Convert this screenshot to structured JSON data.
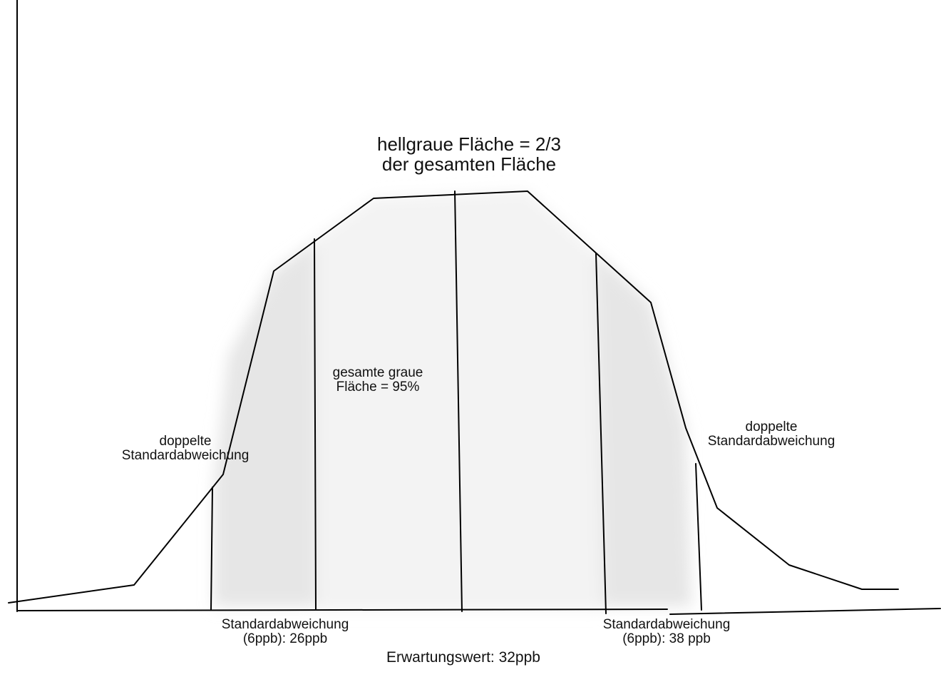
{
  "title": {
    "line1": "hellgraue Fläche = 2/3",
    "line2": "der gesamten Fläche"
  },
  "center_note": {
    "line1": "gesamte graue",
    "line2": "Fläche = 95%"
  },
  "left_note": {
    "line1": "doppelte",
    "line2": "Standardabweichung"
  },
  "right_note": {
    "line1": "doppelte",
    "line2": "Standardabweichung"
  },
  "x_labels": {
    "left_sd_line1": "Standardabweichung",
    "left_sd_line2": "(6ppb): 26ppb",
    "right_sd_line1": "Standardabweichung",
    "right_sd_line2": "(6ppb): 38 ppb",
    "mean": "Erwartungswert: 32ppb"
  },
  "colors": {
    "stroke": "#000000",
    "light_gray": "#f2f2f2",
    "mid_gray": "#e6e6e6",
    "text": "#111111"
  }
}
